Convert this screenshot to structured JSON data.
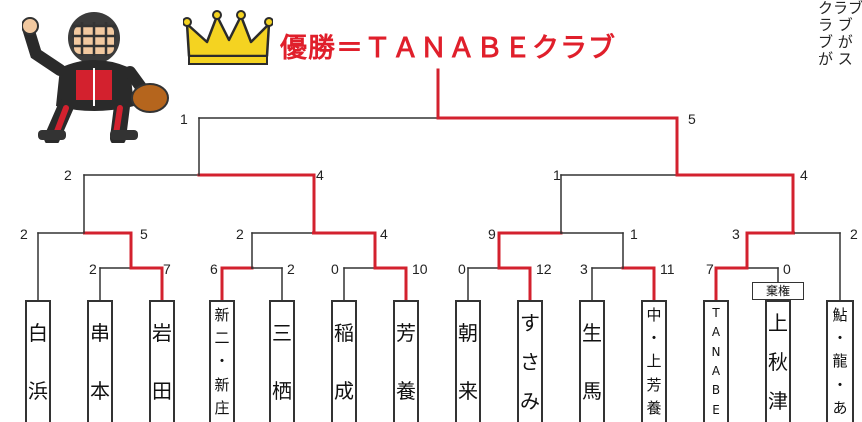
{
  "title": "優勝＝ＴＡＮＡＢＥクラブ",
  "side_text": [
    "クラブ",
    "ラ ブ",
    "ブ が",
    "が ス"
  ],
  "forfeit_label": "棄権",
  "colors": {
    "win_line": "#d3212e",
    "lose_line": "#333333",
    "title": "#e01f2b",
    "crown": "#f4d321"
  },
  "teams": [
    {
      "chars": [
        "白",
        "浜"
      ]
    },
    {
      "chars": [
        "串",
        "本"
      ]
    },
    {
      "chars": [
        "岩",
        "田"
      ]
    },
    {
      "chars": [
        "新",
        "二",
        "・",
        "新",
        "庄"
      ]
    },
    {
      "chars": [
        "三",
        "栖"
      ]
    },
    {
      "chars": [
        "稲",
        "成"
      ]
    },
    {
      "chars": [
        "芳",
        "養"
      ]
    },
    {
      "chars": [
        "朝",
        "来"
      ]
    },
    {
      "chars": [
        "す",
        "さ",
        "み"
      ]
    },
    {
      "chars": [
        "生",
        "馬"
      ]
    },
    {
      "chars": [
        "中",
        "・",
        "上",
        "芳",
        "養"
      ]
    },
    {
      "chars": [
        "T",
        "A",
        "N",
        "A",
        "B",
        "E"
      ]
    },
    {
      "chars": [
        "上",
        "秋",
        "津"
      ]
    },
    {
      "chars": [
        "鮎",
        "・",
        "龍",
        "・",
        "あ"
      ]
    }
  ],
  "scores": {
    "r1_kushimoto": "2",
    "r1_iwata": "7",
    "r1_shinni": "6",
    "r1_misu": "2",
    "r1_inari": "0",
    "r1_haga": "10",
    "r1_asago": "0",
    "r1_susami": "12",
    "r1_ikuma": "3",
    "r1_naka": "11",
    "r1_tanabe": "7",
    "r1_kamiakizu": "0",
    "r2_shirahama": "2",
    "r2_iwata": "5",
    "r2_shinni": "2",
    "r2_haga": "4",
    "r2_susami": "9",
    "r2_naka": "1",
    "r2_tanabe": "3",
    "r2_ayu": "2",
    "r3_left_a": "2",
    "r3_left_b": "4",
    "r3_right_a": "1",
    "r3_right_b": "4",
    "final_left": "1",
    "final_right": "5"
  }
}
